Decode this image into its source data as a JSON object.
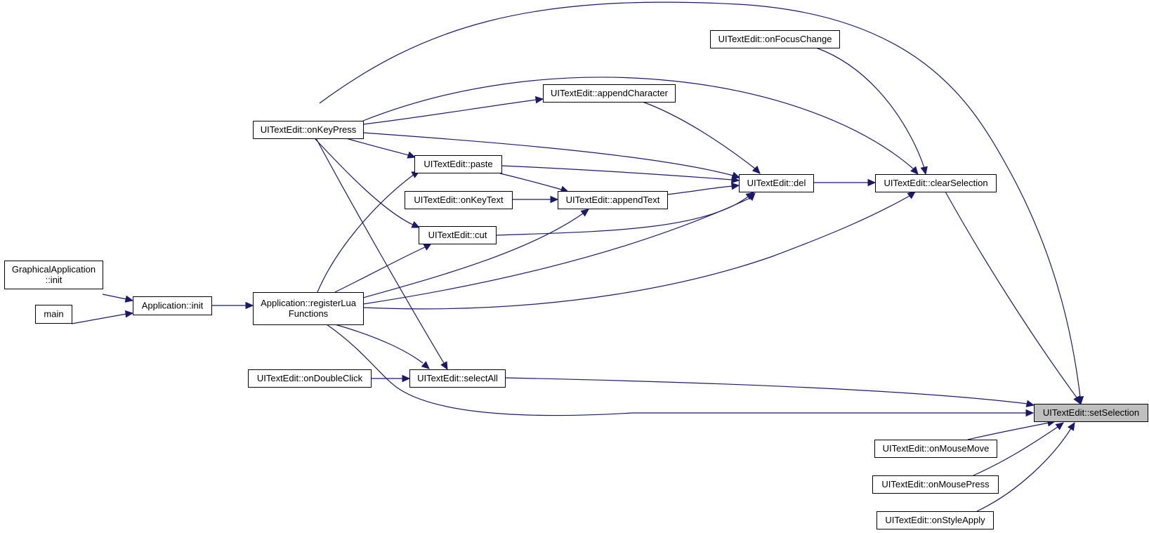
{
  "graph": {
    "title": "",
    "edge_color": "#191970",
    "focus_fill": "#bfbfbf",
    "nodes": [
      {
        "id": "gapp_init",
        "label": "GraphicalApplication\n::init"
      },
      {
        "id": "main",
        "label": "main"
      },
      {
        "id": "app_init",
        "label": "Application::init"
      },
      {
        "id": "reg_lua",
        "label": "Application::registerLua\nFunctions"
      },
      {
        "id": "onkeypress",
        "label": "UITextEdit::onKeyPress"
      },
      {
        "id": "appendchar",
        "label": "UITextEdit::appendCharacter"
      },
      {
        "id": "paste",
        "label": "UITextEdit::paste"
      },
      {
        "id": "onkeytext",
        "label": "UITextEdit::onKeyText"
      },
      {
        "id": "appendtext",
        "label": "UITextEdit::appendText"
      },
      {
        "id": "cut",
        "label": "UITextEdit::cut"
      },
      {
        "id": "ondblclick",
        "label": "UITextEdit::onDoubleClick"
      },
      {
        "id": "selectall",
        "label": "UITextEdit::selectAll"
      },
      {
        "id": "del",
        "label": "UITextEdit::del"
      },
      {
        "id": "onfocus",
        "label": "UITextEdit::onFocusChange"
      },
      {
        "id": "clearsel",
        "label": "UITextEdit::clearSelection"
      },
      {
        "id": "setsel",
        "label": "UITextEdit::setSelection",
        "focus": true
      },
      {
        "id": "onmousemove",
        "label": "UITextEdit::onMouseMove"
      },
      {
        "id": "onmousepress",
        "label": "UITextEdit::onMousePress"
      },
      {
        "id": "onstyleapply",
        "label": "UITextEdit::onStyleApply"
      }
    ],
    "edges": [
      {
        "from": "gapp_init",
        "to": "app_init"
      },
      {
        "from": "main",
        "to": "app_init"
      },
      {
        "from": "app_init",
        "to": "reg_lua"
      },
      {
        "from": "onkeypress",
        "to": "appendchar"
      },
      {
        "from": "onkeypress",
        "to": "paste"
      },
      {
        "from": "onkeypress",
        "to": "cut"
      },
      {
        "from": "onkeypress",
        "to": "selectall"
      },
      {
        "from": "onkeypress",
        "to": "del"
      },
      {
        "from": "onkeypress",
        "to": "clearsel"
      },
      {
        "from": "onkeypress",
        "to": "setsel"
      },
      {
        "from": "reg_lua",
        "to": "paste"
      },
      {
        "from": "reg_lua",
        "to": "cut"
      },
      {
        "from": "reg_lua",
        "to": "appendtext"
      },
      {
        "from": "reg_lua",
        "to": "del"
      },
      {
        "from": "reg_lua",
        "to": "clearsel"
      },
      {
        "from": "reg_lua",
        "to": "selectall"
      },
      {
        "from": "reg_lua",
        "to": "setsel"
      },
      {
        "from": "appendchar",
        "to": "del"
      },
      {
        "from": "paste",
        "to": "del"
      },
      {
        "from": "paste",
        "to": "appendtext"
      },
      {
        "from": "onkeytext",
        "to": "appendtext"
      },
      {
        "from": "appendtext",
        "to": "del"
      },
      {
        "from": "cut",
        "to": "del"
      },
      {
        "from": "ondblclick",
        "to": "selectall"
      },
      {
        "from": "selectall",
        "to": "setsel"
      },
      {
        "from": "del",
        "to": "clearsel"
      },
      {
        "from": "onfocus",
        "to": "clearsel"
      },
      {
        "from": "clearsel",
        "to": "setsel"
      },
      {
        "from": "onmousemove",
        "to": "setsel"
      },
      {
        "from": "onmousepress",
        "to": "setsel"
      },
      {
        "from": "onstyleapply",
        "to": "setsel"
      }
    ]
  }
}
